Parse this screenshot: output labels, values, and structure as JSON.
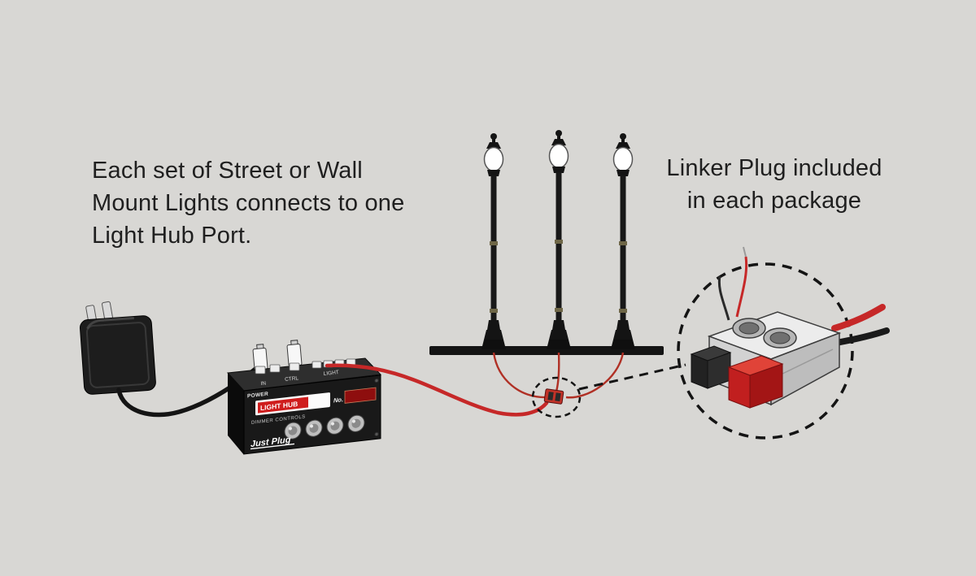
{
  "colors": {
    "background": "#d8d7d4",
    "accent_red": "#c62828",
    "line_black": "#141414"
  },
  "captions": {
    "left": {
      "line1": "Each set of Street or Wall",
      "line2": "Mount Lights connects to one",
      "line3": "Light Hub Port."
    },
    "right": {
      "line1": "Linker Plug included",
      "line2": "in each package"
    }
  },
  "light_hub": {
    "power_label": "POWER",
    "in_label": "IN",
    "ctrl_label": "CTRL",
    "light_label": "LIGHT",
    "name_label": "LIGHT HUB",
    "no_label": "No.",
    "dimmer_label": "DIMMER CONTROLS",
    "brand_label": "Just Plug"
  }
}
